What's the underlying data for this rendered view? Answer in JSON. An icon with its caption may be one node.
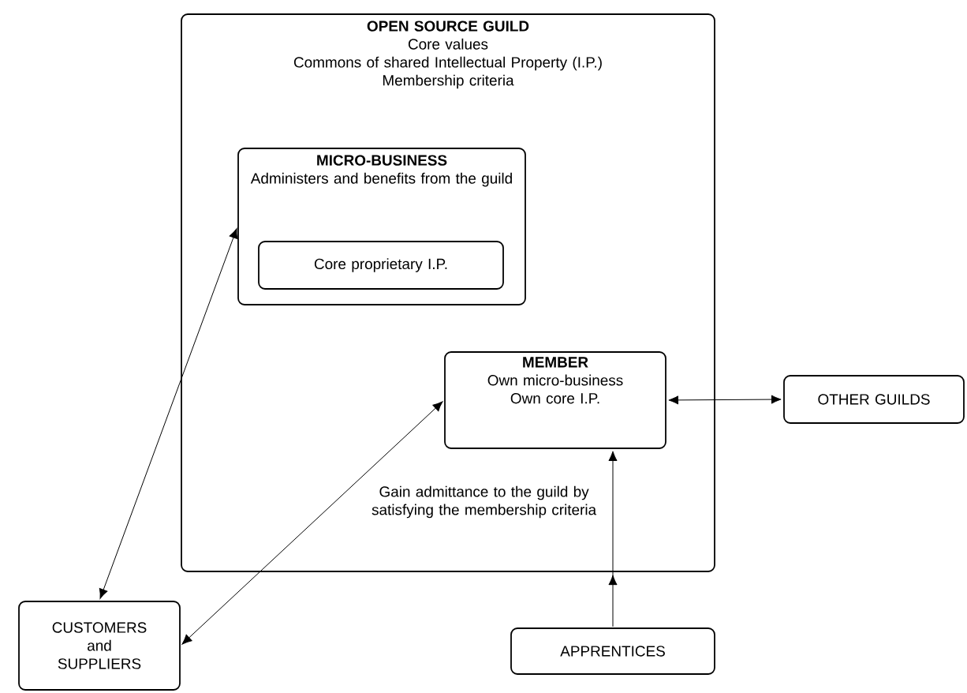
{
  "diagram": {
    "nodes": [
      {
        "text": [
          "OPEN SOURCE GUILD",
          "Core values",
          "Commons of shared Intellectual Property (I.P.)",
          "Membership criteria"
        ]
      },
      {
        "text": [
          "MICRO-BUSINESS",
          "Administers and benefits from the guild"
        ],
        "in": 0
      },
      {
        "text": [
          "Core proprietary I.P."
        ],
        "in": 1
      },
      {
        "text": [
          "MEMBER",
          "Own micro-business",
          "Own core I.P."
        ],
        "in": 0
      },
      {
        "text": [
          "OTHER GUILDS"
        ]
      },
      {
        "text": [
          "CUSTOMERS and SUPPLIERS"
        ]
      },
      {
        "text": [
          "APPRENTICES"
        ]
      }
    ],
    "edges": [
      {
        "from": 5,
        "to": 1,
        "arrow": "both"
      },
      {
        "from": 5,
        "to": 3,
        "arrow": "both"
      },
      {
        "from": 3,
        "to": 4,
        "arrow": "both"
      },
      {
        "from": 6,
        "to": 3,
        "arrow": "to",
        "label": "Gain admittance to the guild by satisfying the membership criteria"
      }
    ]
  }
}
